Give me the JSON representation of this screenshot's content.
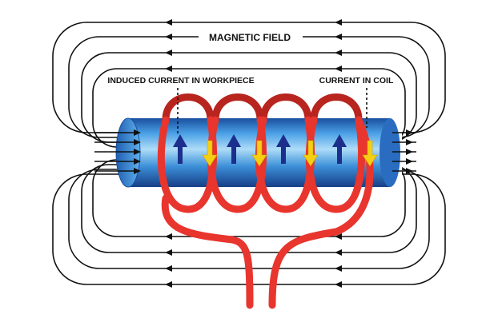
{
  "labels": {
    "magnetic_field": "MAGNETIC FIELD",
    "induced_current": "INDUCED CURRENT IN WORKPIECE",
    "coil_current": "CURRENT IN COIL"
  },
  "colors": {
    "background": "#ffffff",
    "field_lines": "#111111",
    "coil": "#e8352d",
    "workpiece": "#3a86d6",
    "induced_arrows": "#1c2f8c",
    "coil_arrows": "#f5cf14"
  },
  "icons": {
    "field_arrow": "triangle-arrow-icon",
    "induced_arrow": "up-arrow-icon",
    "coil_arrow": "down-arrow-icon"
  }
}
